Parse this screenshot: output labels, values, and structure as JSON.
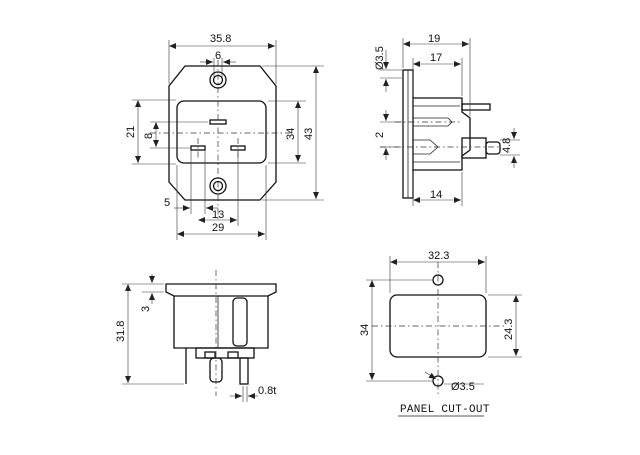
{
  "top_view": {
    "width": "35.8",
    "hole_spacing_small": "6",
    "height_inner": "34",
    "height_outer": "43",
    "left_21": "21",
    "left_8": "8",
    "bottom_5": "5",
    "bottom_13": "13",
    "bottom_29": "29"
  },
  "side_view": {
    "depth_19": "19",
    "depth_17": "17",
    "dia": "Ø3.5",
    "gap_2": "2",
    "pin_4_8": "4.8",
    "depth_14": "14"
  },
  "front_view": {
    "height_31_8": "31.8",
    "top_3": "3",
    "thickness": "0.8t"
  },
  "cutout_view": {
    "width": "32.3",
    "height_34": "34",
    "height_24_3": "24.3",
    "hole_dia": "Ø3.5",
    "caption": "PANEL CUT-OUT"
  }
}
